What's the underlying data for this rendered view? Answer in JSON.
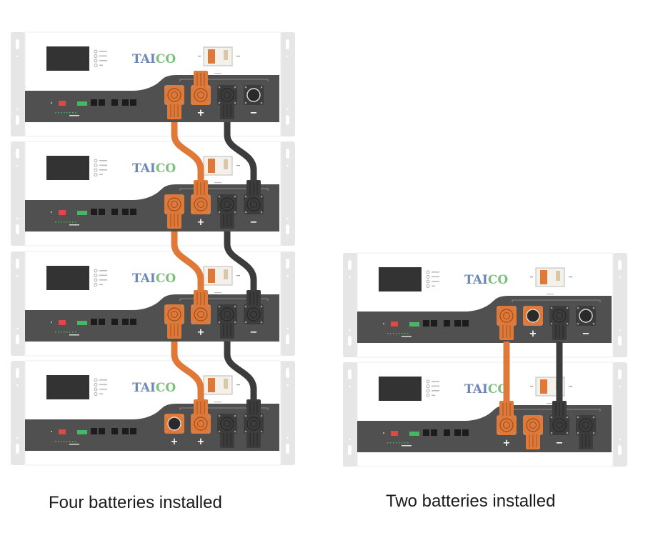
{
  "figures": [
    {
      "id": "four",
      "caption": "Four batteries installed",
      "module_count": 4,
      "connection": "series-stacked"
    },
    {
      "id": "two",
      "caption": "Two batteries installed",
      "module_count": 2,
      "connection": "straight"
    }
  ],
  "module": {
    "brand": "TAICO",
    "brand_colors": {
      "tai": "#6b86b8",
      "co": "#7cc07c"
    },
    "terminal_labels": {
      "positive": "+",
      "negative": "−"
    },
    "colors": {
      "panel": "#505050",
      "positive": "#e07838",
      "negative": "#3c3c3c",
      "bracket": "#e6e6e6",
      "case": "#ffffff",
      "dip": "#e04848",
      "led": "#44b864"
    }
  }
}
